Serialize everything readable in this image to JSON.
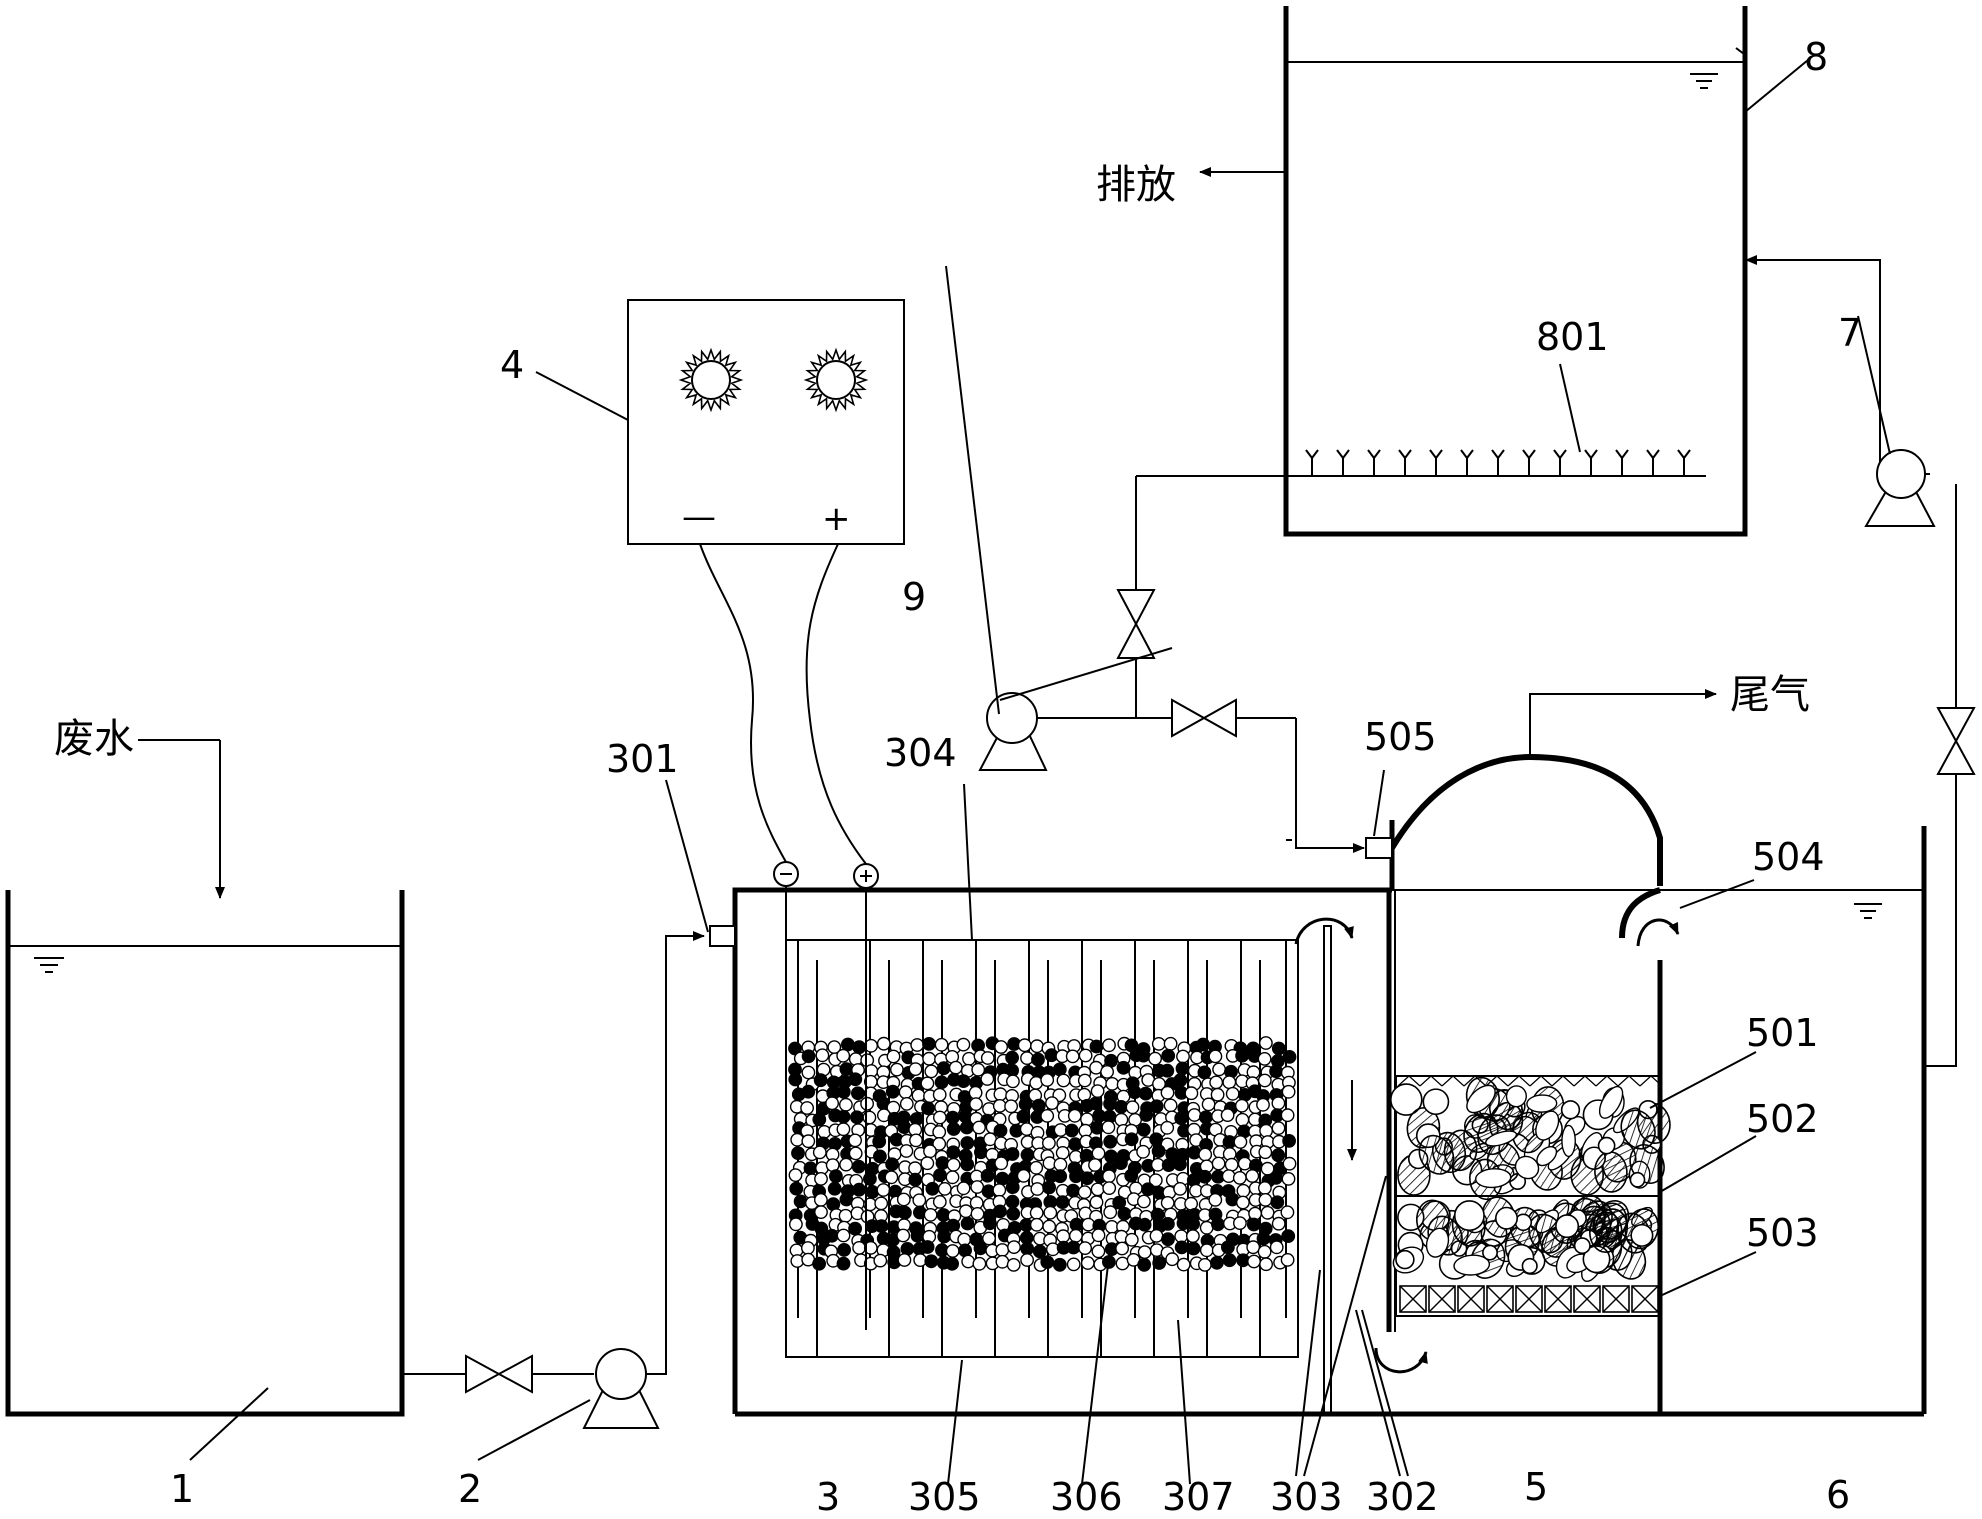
{
  "texts": {
    "wastewater": "废水",
    "discharge": "排放",
    "tail_gas": "尾气",
    "minus": "—",
    "plus": "+"
  },
  "labels": {
    "l1": "1",
    "l2": "2",
    "l3": "3",
    "l4": "4",
    "l5": "5",
    "l6": "6",
    "l7": "7",
    "l8": "8",
    "l9": "9",
    "l301": "301",
    "l302": "302",
    "l303": "303",
    "l304": "304",
    "l305": "305",
    "l306": "306",
    "l307": "307",
    "l501": "501",
    "l502": "502",
    "l503": "503",
    "l504": "504",
    "l505": "505",
    "l801": "801"
  },
  "colors": {
    "line": "#000000",
    "background": "#ffffff"
  }
}
